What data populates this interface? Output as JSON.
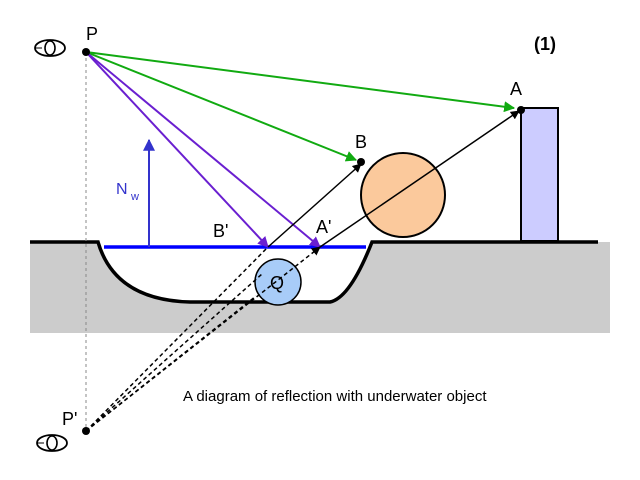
{
  "diagram": {
    "figure_number": "(1)",
    "caption": "A diagram of reflection with underwater object",
    "labels": {
      "P": "P",
      "P_prime": "P'",
      "A": "A",
      "B": "B",
      "A_prime": "A'",
      "B_prime": "B'",
      "Q": "Q",
      "N": "N",
      "w": "w"
    },
    "colors": {
      "ground": "#cccccc",
      "surface_line": "#000000",
      "water_surface": "#0000ff",
      "normal_arrow": "#3333cc",
      "reflected_rays": "#6a1fd0",
      "direct_rays": "#11aa11",
      "ball": "#fbc99c",
      "ball_stroke": "#000000",
      "post": "#ccccff",
      "underwater_object": "#a8ccf8",
      "dashed_lines": "#000000",
      "construction_line": "#888888"
    },
    "icons": [
      "eye-icon",
      "eye-icon"
    ]
  }
}
